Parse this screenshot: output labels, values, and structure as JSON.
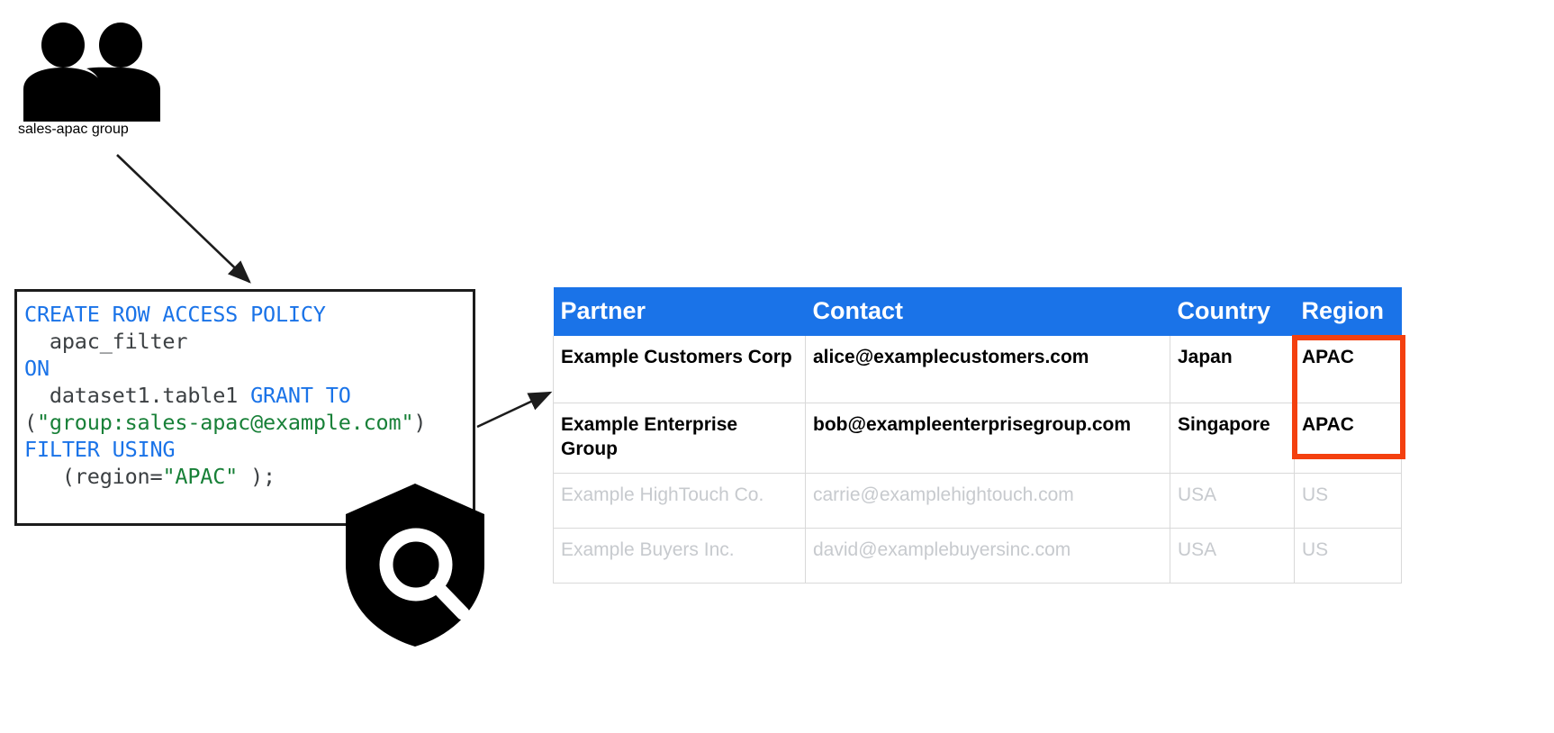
{
  "diagram": {
    "group_node": {
      "icon": "people-group-icon",
      "label": "sales-apac group"
    },
    "shield_node": {
      "icon": "shield-search-icon"
    },
    "sql_policy": {
      "icon": "sql-code-box",
      "lines": [
        {
          "tokens": [
            {
              "t": "CREATE ROW ACCESS POLICY",
              "c": "kw"
            }
          ]
        },
        {
          "tokens": [
            {
              "t": "  apac_filter",
              "c": "pln"
            }
          ]
        },
        {
          "tokens": [
            {
              "t": "ON",
              "c": "kw"
            }
          ]
        },
        {
          "tokens": [
            {
              "t": "  dataset1.table1 ",
              "c": "pln"
            },
            {
              "t": "GRANT TO",
              "c": "kw"
            }
          ]
        },
        {
          "tokens": [
            {
              "t": "(",
              "c": "pln"
            },
            {
              "t": "\"group:sales-apac@example.com\"",
              "c": "str"
            },
            {
              "t": ")",
              "c": "pln"
            }
          ]
        },
        {
          "tokens": [
            {
              "t": "FILTER USING",
              "c": "kw"
            }
          ]
        },
        {
          "tokens": [
            {
              "t": "   (region=",
              "c": "pln"
            },
            {
              "t": "\"APAC\"",
              "c": "str"
            },
            {
              "t": " );",
              "c": "pln"
            }
          ]
        }
      ],
      "plain_text": "CREATE ROW ACCESS POLICY\n  apac_filter\nON\n  dataset1.table1 GRANT TO\n(\"group:sales-apac@example.com\")\nFILTER USING\n   (region=\"APAC\" );"
    },
    "arrows": [
      {
        "name": "arrow-group-to-policy",
        "from": "sales-apac group",
        "to": "sql-code-box"
      },
      {
        "name": "arrow-policy-to-table",
        "from": "sql-code-box",
        "to": "partner-table"
      }
    ]
  },
  "table": {
    "columns": [
      "Partner",
      "Contact",
      "Country",
      "Region"
    ],
    "rows": [
      {
        "state": "visible",
        "partner": "Example Customers Corp",
        "contact": "alice@examplecustomers.com",
        "country": "Japan",
        "region": "APAC"
      },
      {
        "state": "visible",
        "partner": "Example Enterprise Group",
        "contact": "bob@exampleenterprisegroup.com",
        "country": "Singapore",
        "region": "APAC"
      },
      {
        "state": "filtered-out",
        "partner": "Example HighTouch Co.",
        "contact": "carrie@examplehightouch.com",
        "country": "USA",
        "region": "US"
      },
      {
        "state": "filtered-out",
        "partner": "Example Buyers Inc.",
        "contact": "david@examplebuyersinc.com",
        "country": "USA",
        "region": "US"
      }
    ],
    "highlight": {
      "name": "region-apac-highlight",
      "color": "#f4400f",
      "covers": [
        "APAC",
        "APAC"
      ]
    }
  },
  "colors": {
    "header_blue": "#1a73e8",
    "keyword_blue": "#1a73e8",
    "string_green": "#188038",
    "code_text": "#3c4043",
    "dim_text": "#c7cace",
    "highlight_red": "#f4400f",
    "grid_line": "#d9d9d9"
  }
}
